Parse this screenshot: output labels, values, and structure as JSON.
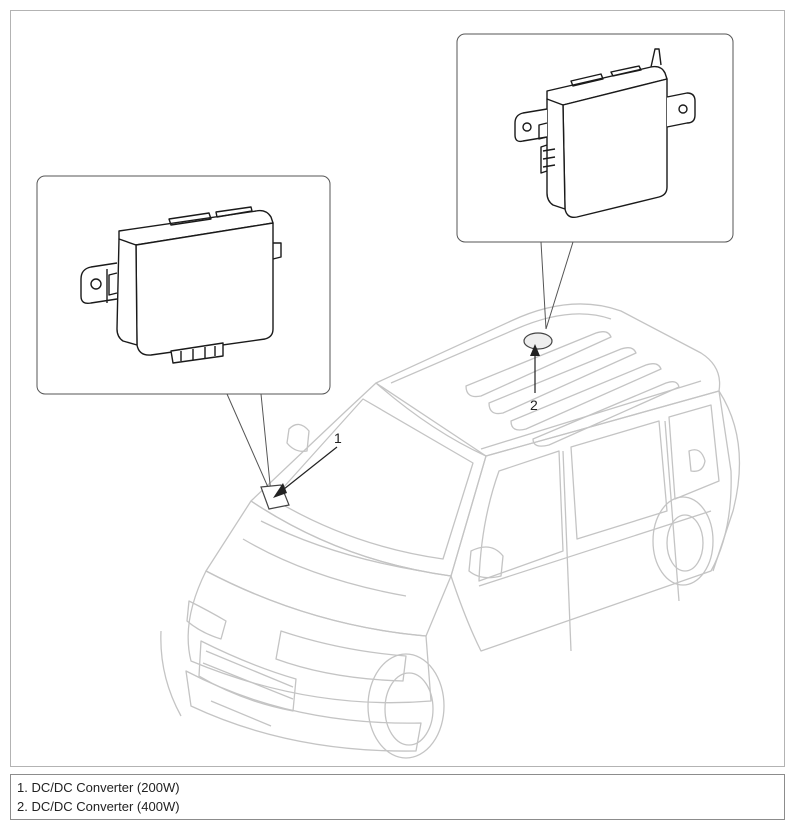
{
  "callouts": {
    "one": "1",
    "two": "2"
  },
  "legend": {
    "items": [
      "1. DC/DC Converter (200W)",
      "2. DC/DC Converter (400W)"
    ]
  },
  "colors": {
    "frame_border": "#b3b3b3",
    "car_line": "#c4c4c4",
    "part_line": "#1a1a1a"
  }
}
